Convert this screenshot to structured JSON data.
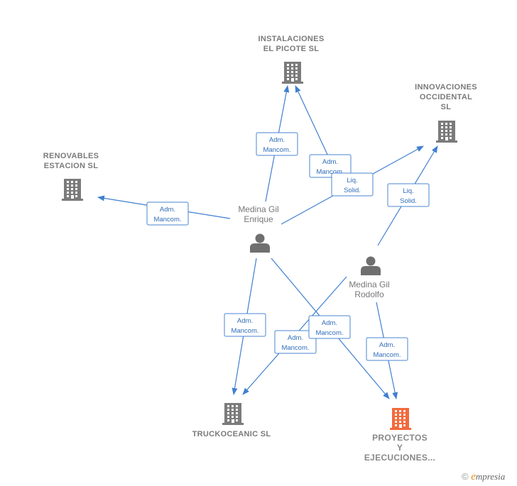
{
  "nodes": {
    "instalaciones": {
      "lines": [
        "INSTALACIONES",
        "EL PICOTE SL"
      ],
      "type": "company",
      "color": "#7b7b7b"
    },
    "innovaciones": {
      "lines": [
        "INNOVACIONES",
        "OCCIDENTAL",
        "SL"
      ],
      "type": "company",
      "color": "#7b7b7b"
    },
    "renovables": {
      "lines": [
        "RENOVABLES",
        "ESTACION  SL"
      ],
      "type": "company",
      "color": "#7b7b7b"
    },
    "enrique": {
      "lines": [
        "Medina Gil",
        "Enrique"
      ],
      "type": "person",
      "color": "#6f6f6f"
    },
    "rodolfo": {
      "lines": [
        "Medina Gil",
        "Rodolfo"
      ],
      "type": "person",
      "color": "#6f6f6f"
    },
    "truckoceanic": {
      "lines": [
        "TRUCKOCEANIC SL"
      ],
      "type": "company",
      "color": "#7b7b7b"
    },
    "proyectos": {
      "lines": [
        "PROYECTOS",
        "Y",
        "EJECUCIONES..."
      ],
      "type": "company",
      "color": "#f26a3d"
    }
  },
  "edge_labels": {
    "adm_mancom": [
      "Adm.",
      "Mancom."
    ],
    "liq_solid": [
      "Liq.",
      "Solid."
    ]
  },
  "edges": [
    {
      "from": "enrique",
      "to": "instalaciones",
      "label": "adm_mancom"
    },
    {
      "from": "rodolfo",
      "to": "instalaciones",
      "label": "adm_mancom"
    },
    {
      "from": "enrique",
      "to": "innovaciones",
      "label": "liq_solid"
    },
    {
      "from": "rodolfo",
      "to": "innovaciones",
      "label": "liq_solid"
    },
    {
      "from": "enrique",
      "to": "renovables",
      "label": "adm_mancom"
    },
    {
      "from": "enrique",
      "to": "truckoceanic",
      "label": "adm_mancom"
    },
    {
      "from": "rodolfo",
      "to": "truckoceanic",
      "label": "adm_mancom"
    },
    {
      "from": "enrique",
      "to": "proyectos",
      "label": "adm_mancom"
    },
    {
      "from": "rodolfo",
      "to": "proyectos",
      "label": "adm_mancom"
    }
  ],
  "footer": {
    "copyright": "©",
    "brand_initial": "e",
    "brand_rest": "mpresia"
  }
}
